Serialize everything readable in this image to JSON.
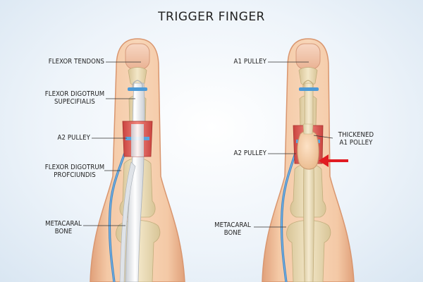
{
  "title": "TRIGGER FINGER",
  "left_panel": {
    "labels": {
      "flexor_tendons": "FLEXOR TENDONS",
      "fds": "FLEXOR DIGOTRUM\nSUPECIFIALIS",
      "a2_pulley": "A2 PULLEY",
      "fdp": "FLEXOR DIGOTRUM\nPROFCIUNDIS",
      "bone": "METACARAL\nBONE"
    }
  },
  "right_panel": {
    "labels": {
      "a1_pulley": "A1 PULLEY",
      "thickened": "THICKENED\nA1 POLLEY",
      "a2_pulley": "A2 PULLEY",
      "bone": "METACARAL\nBONE"
    }
  },
  "colors": {
    "skin": "#f2c4a2",
    "skin_edge": "#d9966f",
    "bone": "#ecdcb6",
    "tendon": "#e9ecef",
    "pulley": "#e4605a",
    "vessel": "#4d9ad6",
    "arrow": "#e11b22"
  }
}
